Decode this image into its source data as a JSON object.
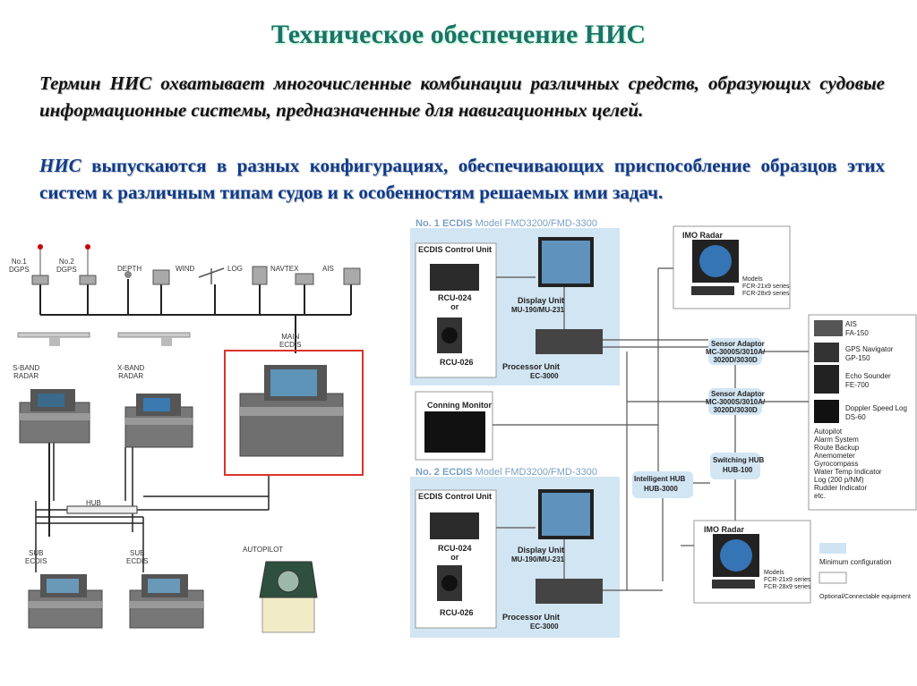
{
  "title": "Техническое обеспечение НИС",
  "paragraph1": "Термин НИС охватывает многочисленные комбинации различных средств, образующих судовые информационные системы, предназначенные для навигационных целей.",
  "paragraph2_highlight": "НИС",
  "paragraph2_rest": " выпускаются в разных конфигурациях, обеспечивающих приспособление образцов этих систем к различным типам судов и к особенностям решаемых ими задач.",
  "left": {
    "sensors": [
      "No.1\nDGPS",
      "No.2\nDGPS",
      "DEPTH",
      "WIND",
      "LOG",
      "NAVTEX",
      "AIS"
    ],
    "s_band": "S-BAND\nRADAR",
    "x_band": "X-BAND\nRADAR",
    "main_ecdis": "MAIN\nECDIS",
    "hub": "HUB",
    "sub1": "SUB\nECDIS",
    "sub2": "SUB\nECDIS",
    "autopilot": "AUTOPILOT"
  },
  "right": {
    "ecdis1_title": "No. 1 ECDIS",
    "ecdis1_model": " Model FMD3200/FMD-3300",
    "ecdis2_title": "No. 2 ECDIS",
    "ecdis2_model": " Model FMD3200/FMD-3300",
    "control_unit": "ECDIS Control Unit",
    "rcu024": "RCU-024\nor",
    "rcu026": "RCU-026",
    "display_unit": "Display Unit",
    "display_model": "MU-190/MU-231",
    "processor_unit": "Processor Unit",
    "processor_model": "EC-3000",
    "conning": "Conning Monitor",
    "imo_radar": "IMO Radar",
    "radar_models": "Models\nFCR-21x9 series\nFCR-28x9 series",
    "sensor_adaptor": "Sensor Adaptor",
    "sensor_adaptor_model": "MC-3000S/3010A/\n3020D/3030D",
    "switching_hub": "Switching HUB",
    "switching_hub_model": "HUB-100",
    "intelligent_hub": "Intelligent HUB",
    "intelligent_hub_model": "HUB-3000",
    "ais": "AIS",
    "ais_model": "FA-150",
    "gps": "GPS Navigator",
    "gps_model": "GP-150",
    "echo": "Echo Sounder",
    "echo_model": "FE-700",
    "doppler": "Doppler Speed Log",
    "doppler_model": "DS-60",
    "others": "Autopilot\nAlarm System\nRoute Backup\nAnemometer\nGyrocompass\nWater Temp Indicator\nLog (200 p/NM)\nRudder Indicator\netc.",
    "legend_min": "Minimum configuration",
    "legend_opt": "Optional/Connectable equipment"
  },
  "colors": {
    "title": "#1f6f6a",
    "para2": "#0d3a8c",
    "min_config": "#cfe3f3",
    "highlight_box": "#d9342b"
  }
}
